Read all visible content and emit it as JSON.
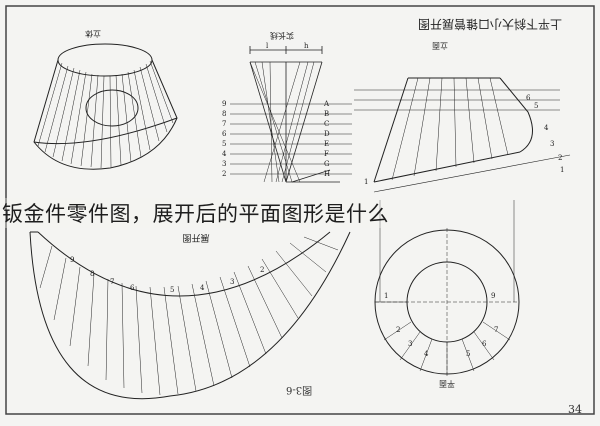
{
  "overlay": {
    "title": "钣金件零件图，展开后的平面图形是什么"
  },
  "drawing": {
    "header": "上平下斜大小口锥管展开图",
    "views": {
      "solid_label": "立体",
      "actual_length_label": "实长线",
      "front_view_label": "立面",
      "development_label": "展开图",
      "plan_view_label": "平面"
    },
    "figure_label": "图3-6",
    "page_number": "34",
    "point_letters": [
      "A",
      "B",
      "C",
      "D",
      "E",
      "F",
      "G",
      "H"
    ],
    "numbers": [
      "1",
      "2",
      "3",
      "4",
      "5",
      "6",
      "7",
      "8",
      "9"
    ],
    "actual_length_dims": [
      "l",
      "h"
    ]
  },
  "colors": {
    "ink": "#222222",
    "paper": "#f4f4f2",
    "frame": "#444444"
  }
}
